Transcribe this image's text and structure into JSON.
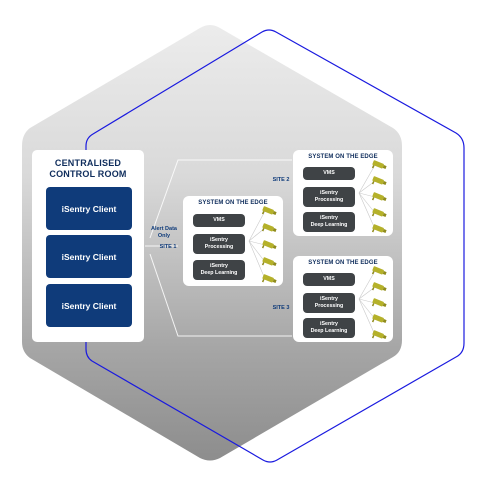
{
  "control_room": {
    "title_line1": "CENTRALISED",
    "title_line2": "CONTROL ROOM",
    "clients": [
      "iSentry Client",
      "iSentry Client",
      "iSentry Client"
    ]
  },
  "link_labels": {
    "alert_line1": "Alert Data",
    "alert_line2": "Only",
    "site1": "SITE 1",
    "site2": "SITE 2",
    "site3": "SITE 3"
  },
  "sites": [
    {
      "title": "SYSTEM ON THE EDGE",
      "vms": "VMS",
      "processing_line1": "iSentry",
      "processing_line2": "Processing",
      "deep_line1": "iSentry",
      "deep_line2": "Deep Learning"
    },
    {
      "title": "SYSTEM ON THE EDGE",
      "vms": "VMS",
      "processing_line1": "iSentry",
      "processing_line2": "Processing",
      "deep_line1": "iSentry",
      "deep_line2": "Deep Learning"
    },
    {
      "title": "SYSTEM ON THE EDGE",
      "vms": "VMS",
      "processing_line1": "iSentry",
      "processing_line2": "Processing",
      "deep_line1": "iSentry",
      "deep_line2": "Deep Learning"
    }
  ],
  "colors": {
    "navy": "#0f3b7a",
    "module_gray": "#3f4346",
    "camera_yellow": "#b5b12a",
    "outline_blue": "#1a1adf"
  },
  "icons": {
    "camera": "camera-icon"
  }
}
